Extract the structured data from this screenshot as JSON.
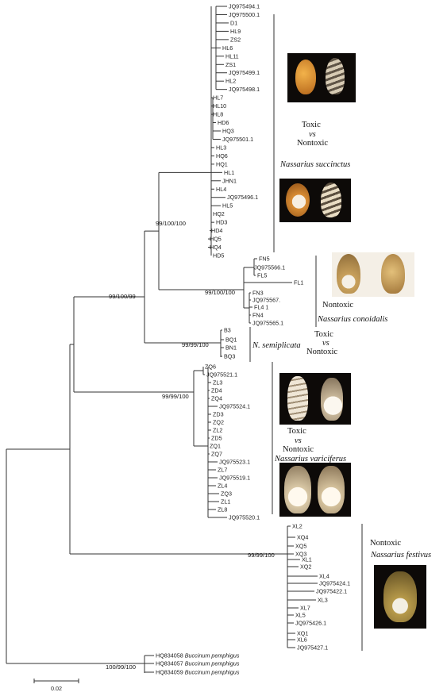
{
  "leaves": [
    "JQ975494.1",
    "JQ975500.1",
    "D1",
    "HL9",
    "ZS2",
    "HL6",
    "HL11",
    "ZS1",
    "JQ975499.1",
    "HL2",
    "JQ975498.1",
    "HL7",
    "HL10",
    "HL8",
    "HD6",
    "HQ3",
    "JQ975501.1",
    "HL3",
    "HQ6",
    "HQ1",
    "HL1",
    "JHN1",
    "HL4",
    "JQ975496.1",
    "HL5",
    "HQ2",
    "HD3",
    "HD4",
    "HQ5",
    "HQ4",
    "HD5",
    "FN5",
    "JQ975566.1",
    "FL5",
    "FL1",
    "FN3",
    "JQ975567.",
    "FL4 1",
    "FN4",
    "JQ975565.1",
    "B3",
    "BQ1",
    "BN1",
    "BQ3",
    "ZQ6",
    "JQ975521.1",
    "ZL3",
    "ZD4",
    "ZQ4",
    "JQ975524.1",
    "ZD3",
    "ZQ2",
    "ZL2",
    "ZD5",
    "ZQ1",
    "ZQ7",
    "JQ975523.1",
    "ZL7",
    "JQ975519.1",
    "ZL4",
    "ZQ3",
    "ZL1",
    "ZL8",
    "JQ975520.1",
    "XL2",
    "XQ4",
    "XQ5",
    "XQ3",
    "XL1",
    "XQ2",
    "XL4",
    "JQ975424.1",
    "JQ975422.1",
    "XL3",
    "XL7",
    "XL5",
    "JQ975426.1",
    "XQ1",
    "XL6",
    "JQ975427.1",
    "HQ834058",
    "HQ834057",
    "HQ834059"
  ],
  "outgroup_species": "Buccinum pemphigus",
  "bootstrap": {
    "succinctus": "99/100/100",
    "ingroup": "99/100/99",
    "conoidalis": "99/100/100",
    "semiplicata": "99/99/100",
    "variciferus": "99/99/100",
    "festivus": "99/99/100",
    "outgroup": "100/99/100"
  },
  "clades": {
    "succinctus": {
      "line1": "Toxic",
      "line2": "vs",
      "line3": "Nontoxic",
      "species": "Nassarius succinctus"
    },
    "conoidalis": {
      "line1": "Nontoxic",
      "species": "Nassarius conoidalis"
    },
    "semiplicata": {
      "line1": "Toxic",
      "line2": "vs",
      "line3": "Nontoxic",
      "species": "N. semiplicata"
    },
    "variciferus": {
      "line1": "Toxic",
      "line2": "vs",
      "line3": "Nontoxic",
      "species": "Nassarius variciferus"
    },
    "festivus": {
      "line1": "Nontoxic",
      "species": "Nassarius festivus"
    }
  },
  "scale_bar": "0.02",
  "colors": {
    "branch": "#333333",
    "photo_bg": "#0d0a08",
    "shell_orange": "#c7832a",
    "shell_banded": "#8a7a63"
  }
}
